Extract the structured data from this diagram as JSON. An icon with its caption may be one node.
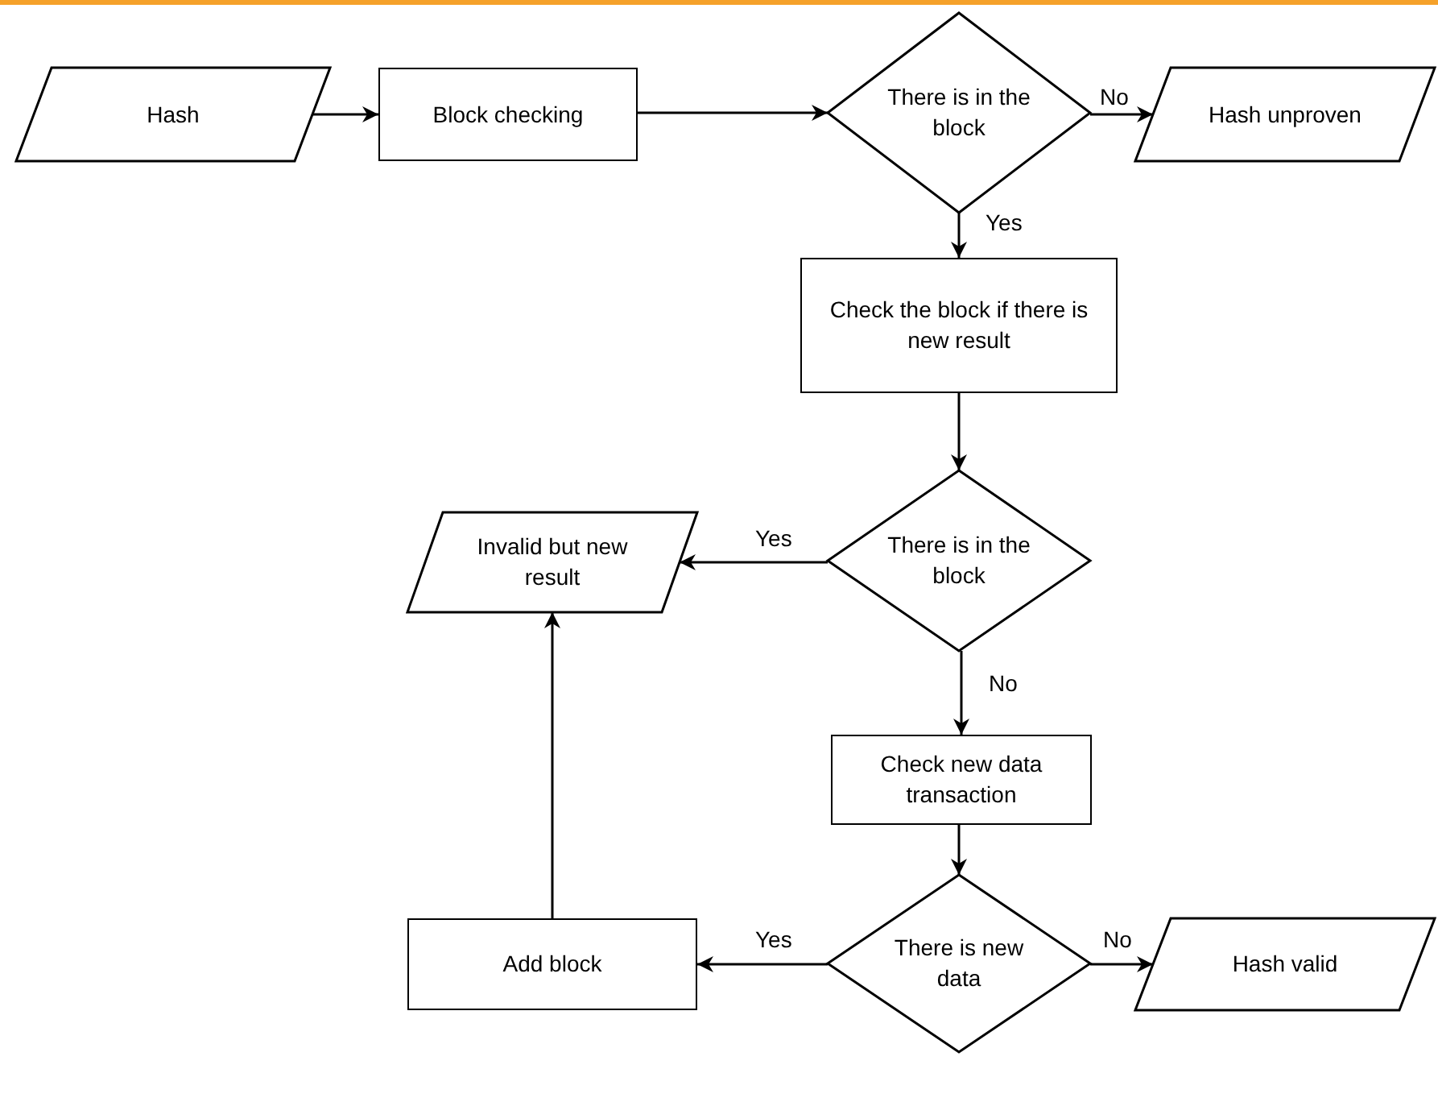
{
  "diagram": {
    "nodes": [
      {
        "text": [
          "Hash"
        ]
      },
      {
        "text": [
          "Block checking"
        ]
      },
      {
        "text": [
          "There is in the block"
        ]
      },
      {
        "text": [
          "Hash unproven"
        ]
      },
      {
        "text": [
          "Check the block if there is new result"
        ]
      },
      {
        "text": [
          "There is in the block"
        ]
      },
      {
        "text": [
          "Invalid but new result"
        ]
      },
      {
        "text": [
          "Check new data transaction"
        ]
      },
      {
        "text": [
          "There is new data"
        ]
      },
      {
        "text": [
          "Add block"
        ]
      },
      {
        "text": [
          "Hash valid"
        ]
      }
    ],
    "edges": [
      {
        "from": 0,
        "to": 1,
        "arrow": "to"
      },
      {
        "from": 1,
        "to": 2,
        "arrow": "to"
      },
      {
        "from": 2,
        "to": 3,
        "arrow": "to",
        "label": "No"
      },
      {
        "from": 2,
        "to": 4,
        "arrow": "to",
        "label": "Yes"
      },
      {
        "from": 4,
        "to": 5,
        "arrow": "to"
      },
      {
        "from": 5,
        "to": 6,
        "arrow": "to",
        "label": "Yes"
      },
      {
        "from": 5,
        "to": 7,
        "arrow": "to",
        "label": "No"
      },
      {
        "from": 7,
        "to": 8,
        "arrow": "to"
      },
      {
        "from": 8,
        "to": 9,
        "arrow": "to",
        "label": "Yes"
      },
      {
        "from": 8,
        "to": 10,
        "arrow": "to",
        "label": "No"
      },
      {
        "from": 9,
        "to": 6,
        "arrow": "to"
      }
    ]
  }
}
